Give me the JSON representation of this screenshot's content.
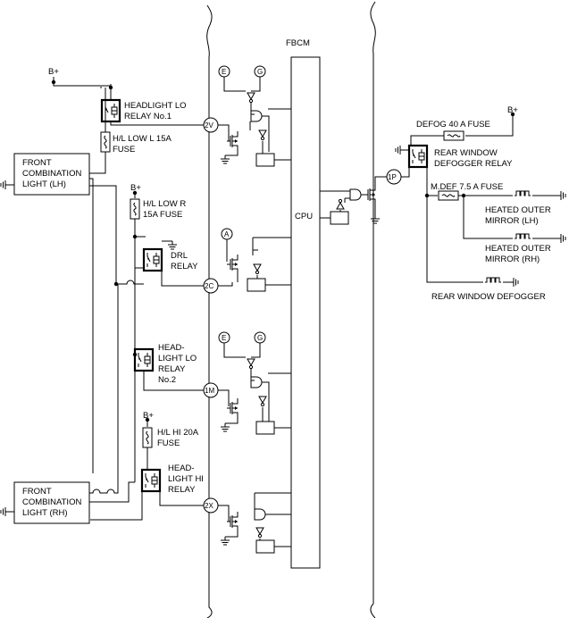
{
  "module": {
    "name": "FBCM",
    "cpu": "CPU"
  },
  "power": {
    "bplus": "B+"
  },
  "connectors": {
    "c2v": "2V",
    "c2c": "2C",
    "c1m": "1M",
    "c2x": "2X",
    "c1p": "1P"
  },
  "gate_labels": {
    "e": "E",
    "g": "G",
    "a": "A"
  },
  "components": {
    "fcl_lh": [
      "FRONT",
      "COMBINATION",
      "LIGHT (LH)"
    ],
    "fcl_rh": [
      "FRONT",
      "COMBINATION",
      "LIGHT (RH)"
    ],
    "hl_lo_relay1": [
      "HEADLIGHT LO",
      "RELAY No.1"
    ],
    "hl_low_l_fuse": [
      "H/L LOW L 15A",
      "FUSE"
    ],
    "hl_low_r_fuse": [
      "H/L LOW R",
      "15A FUSE"
    ],
    "drl_relay": [
      "DRL",
      "RELAY"
    ],
    "hl_lo_relay2": [
      "HEAD-",
      "LIGHT LO",
      "RELAY",
      "No.2"
    ],
    "hl_hi_fuse": [
      "H/L HI 20A",
      "FUSE"
    ],
    "hl_hi_relay": [
      "HEAD-",
      "LIGHT HI",
      "RELAY"
    ],
    "defog_fuse": "DEFOG 40 A FUSE",
    "rw_defog_relay": [
      "REAR WINDOW",
      "DEFOGGER RELAY"
    ],
    "mdef_fuse": "M.DEF 7.5 A FUSE",
    "mirror_lh": [
      "HEATED OUTER",
      "MIRROR (LH)"
    ],
    "mirror_rh": [
      "HEATED OUTER",
      "MIRROR (RH)"
    ],
    "rw_defogger": "REAR WINDOW DEFOGGER"
  }
}
